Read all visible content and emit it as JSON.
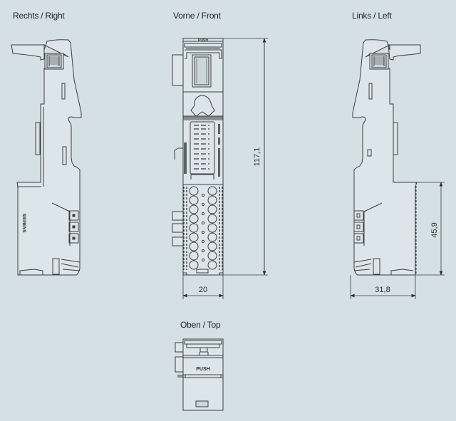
{
  "views": {
    "right": {
      "title": "Rechts / Right"
    },
    "front": {
      "title": "Vorne / Front"
    },
    "left": {
      "title": "Links / Left"
    },
    "top": {
      "title": "Oben / Top"
    }
  },
  "labels": {
    "push_front": "PUSH",
    "push_top": "PUSH",
    "brand": "SIEMENS"
  },
  "dimensions": {
    "height": "117,1",
    "width_front": "20",
    "depth": "31,8",
    "height_lower": "45,9"
  },
  "colors": {
    "background": "#d4dfe6",
    "line": "#3a3f44",
    "body_fill": "#dce5eb"
  }
}
